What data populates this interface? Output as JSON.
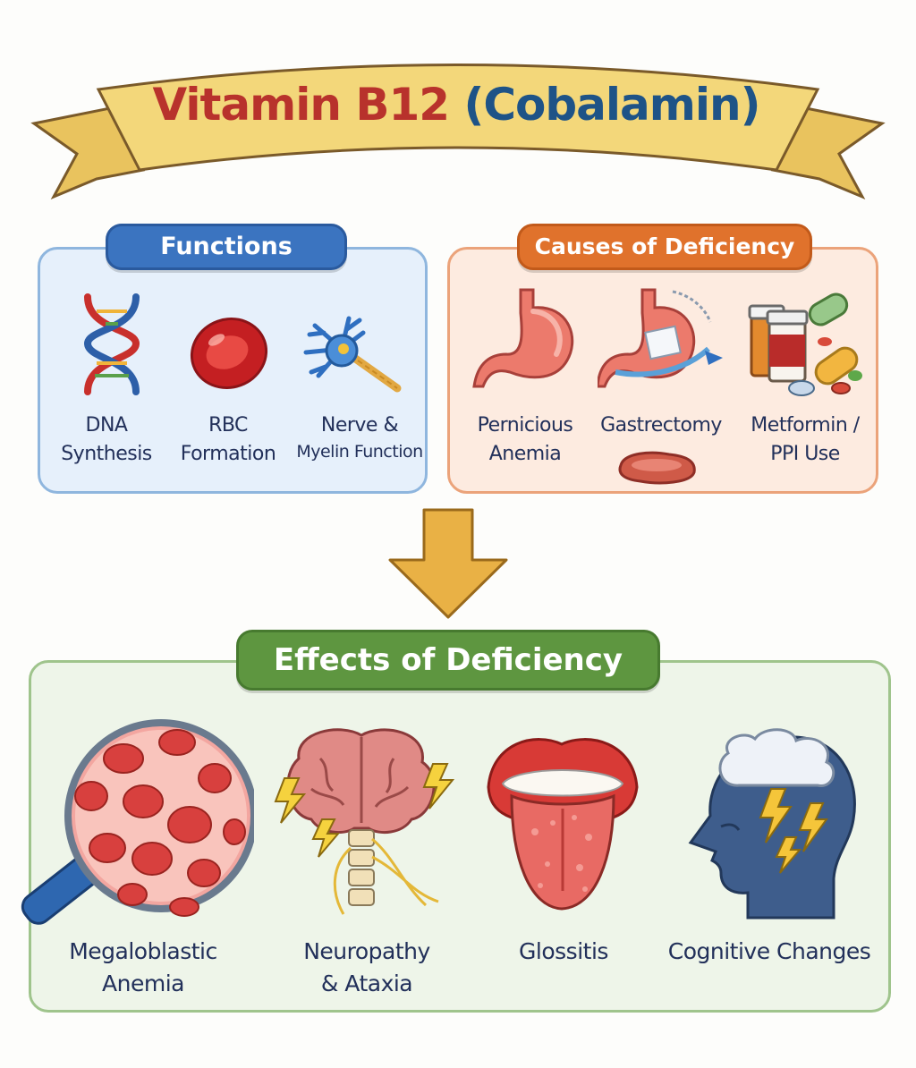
{
  "title": {
    "part1": "Vitamin B12",
    "part2": "(Cobalamin)"
  },
  "functions": {
    "heading": "Functions",
    "items": [
      {
        "line1": "DNA",
        "line2": "Synthesis",
        "icon": "dna-icon"
      },
      {
        "line1": "RBC",
        "line2": "Formation",
        "icon": "red-blood-cell-icon"
      },
      {
        "line1": "Nerve &",
        "line2": "Myelin Function",
        "icon": "neuron-icon"
      }
    ]
  },
  "causes": {
    "heading": "Causes of Deficiency",
    "items": [
      {
        "line1": "Pernicious",
        "line2": "Anemia",
        "icon": "stomach-icon"
      },
      {
        "line1": "Gastrectomy",
        "line2": "",
        "icon": "gastrectomy-stomach-icon"
      },
      {
        "line1": "Metformin /",
        "line2": "PPI Use",
        "icon": "pills-icon"
      }
    ]
  },
  "effects": {
    "heading": "Effects of Deficiency",
    "items": [
      {
        "line1": "Megaloblastic",
        "line2": "Anemia",
        "icon": "magnifier-blood-cells-icon"
      },
      {
        "line1": "Neuropathy",
        "line2": "& Ataxia",
        "icon": "brain-spine-icon"
      },
      {
        "line1": "Glossitis",
        "line2": "",
        "icon": "tongue-icon"
      },
      {
        "line1": "Cognitive Changes",
        "line2": "",
        "icon": "head-storm-icon"
      }
    ]
  },
  "colors": {
    "banner": "#f3d77a",
    "title_red": "#b8322c",
    "title_blue": "#1e5387",
    "functions_blue": "#3b74c0",
    "causes_orange": "#e0722c",
    "effects_green": "#5e9640",
    "arrow": "#e9b145"
  }
}
